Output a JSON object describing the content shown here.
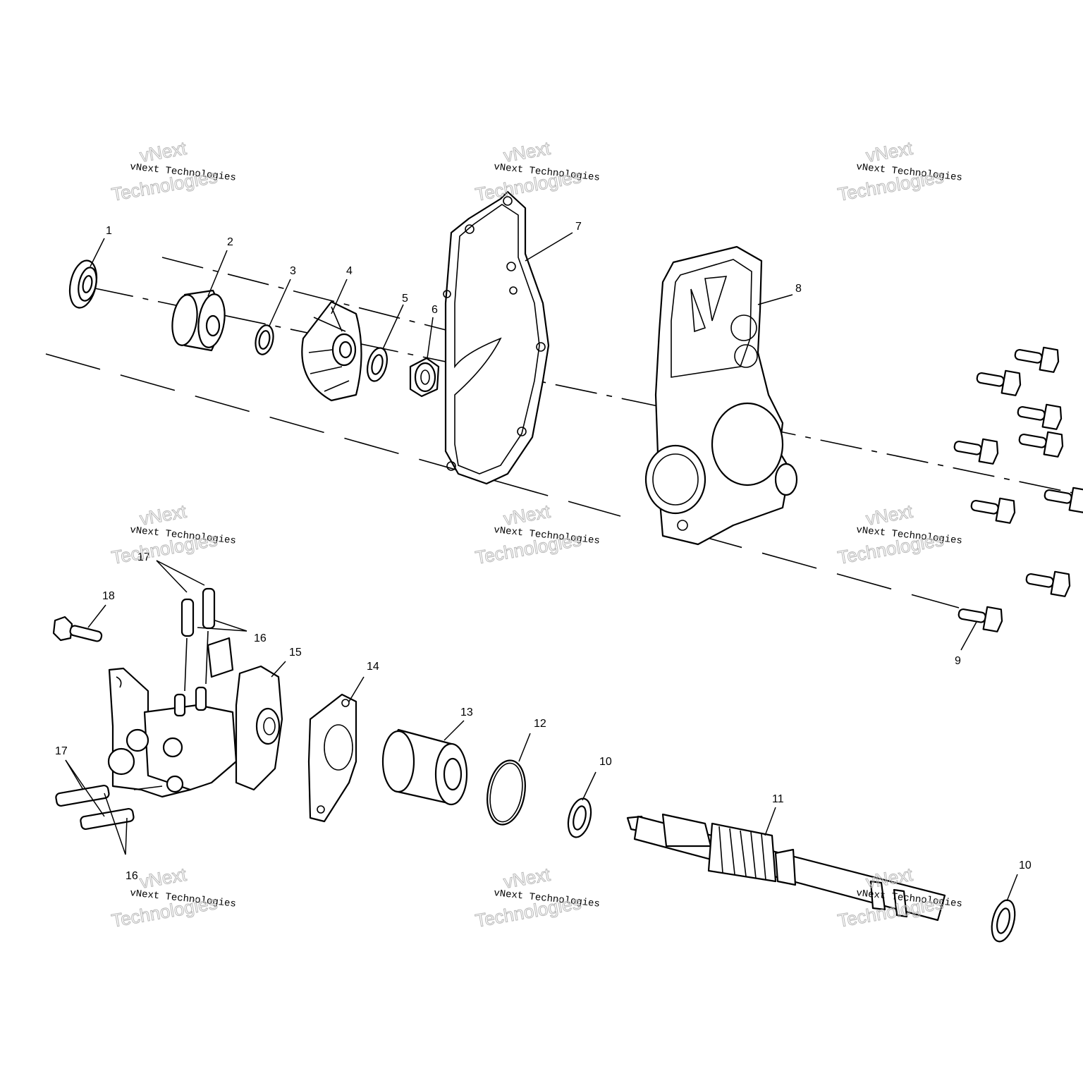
{
  "callouts": {
    "c1": "1",
    "c2": "2",
    "c3": "3",
    "c4": "4",
    "c5": "5",
    "c6": "6",
    "c7": "7",
    "c8": "8",
    "c9": "9",
    "c10a": "10",
    "c10b": "10",
    "c11": "11",
    "c12": "12",
    "c13": "13",
    "c14": "14",
    "c15": "15",
    "c16a": "16",
    "c16b": "16",
    "c17a": "17",
    "c17b": "17",
    "c18": "18"
  },
  "watermark": {
    "line1": "vNext",
    "line2": "vNext Technologies",
    "line3": "Technologies"
  }
}
